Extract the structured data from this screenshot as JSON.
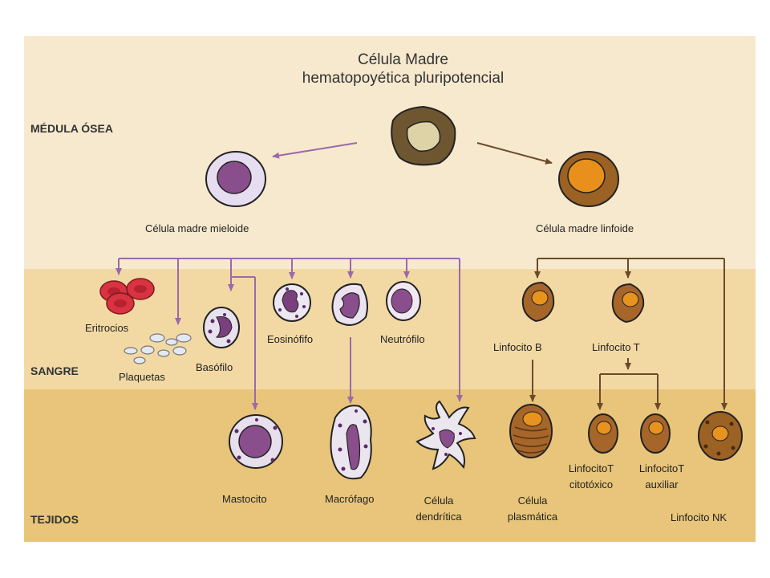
{
  "title": {
    "line1": "Célula Madre",
    "line2": "hematopoyética pluripotencial"
  },
  "zones": {
    "medula": "MÉDULA ÓSEA",
    "sangre": "SANGRE",
    "tejidos": "TEJIDOS"
  },
  "cells": {
    "mieloide": "Célula madre mieloide",
    "linfoide": "Célula madre linfoide",
    "eritrocios": "Eritrocios",
    "plaquetas": "Plaquetas",
    "basofilo": "Basófilo",
    "eosinofifo": "Eosinófifo",
    "neutrofilo": "Neutrófilo",
    "linfocito_b": "Linfocito B",
    "linfocito_t": "Linfocito T",
    "mastocito": "Mastocito",
    "macrofago": "Macrófago",
    "celula_dendritica_1": "Célula",
    "celula_dendritica_2": "dendrítica",
    "celula_plasmatica_1": "Célula",
    "celula_plasmatica_2": "plasmática",
    "t_citotoxico_1": "LinfocitoT",
    "t_citotoxico_2": "citotóxico",
    "t_auxiliar_1": "LinfocitoT",
    "t_auxiliar_2": "auxiliar",
    "linfocito_nk": "Linfocito NK"
  },
  "colors": {
    "band_medula": "#F7E9CE",
    "band_sangre": "#F2D9A4",
    "band_tejidos": "#E8C57A",
    "myeloid_line": "#9A6AA8",
    "lymphoid_line": "#6B4A2A"
  }
}
